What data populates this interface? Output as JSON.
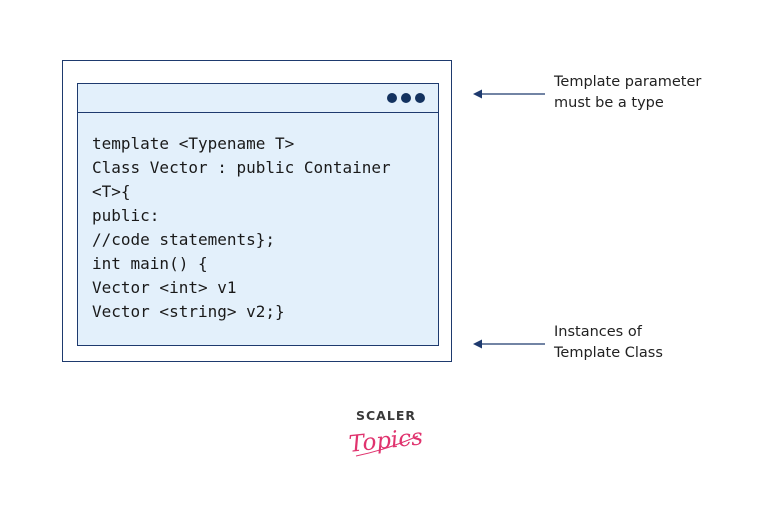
{
  "code_window": {
    "lines": [
      "template <Typename T>",
      "Class Vector : public Container",
      "<T>{",
      "public:",
      "//code statements};",
      "int main() {",
      "Vector <int> v1",
      "Vector <string> v2;}"
    ]
  },
  "annotations": [
    {
      "line1": "Template parameter",
      "line2": "must be a type"
    },
    {
      "line1": "Instances of",
      "line2": "Template Class"
    }
  ],
  "logo": {
    "top_text": "SCALER",
    "bottom_text": "Topics"
  },
  "colors": {
    "frame": "#1e3a6e",
    "code_bg": "#e3f0fb",
    "logo_pink": "#e0336e",
    "logo_dark": "#3a3a3a"
  }
}
